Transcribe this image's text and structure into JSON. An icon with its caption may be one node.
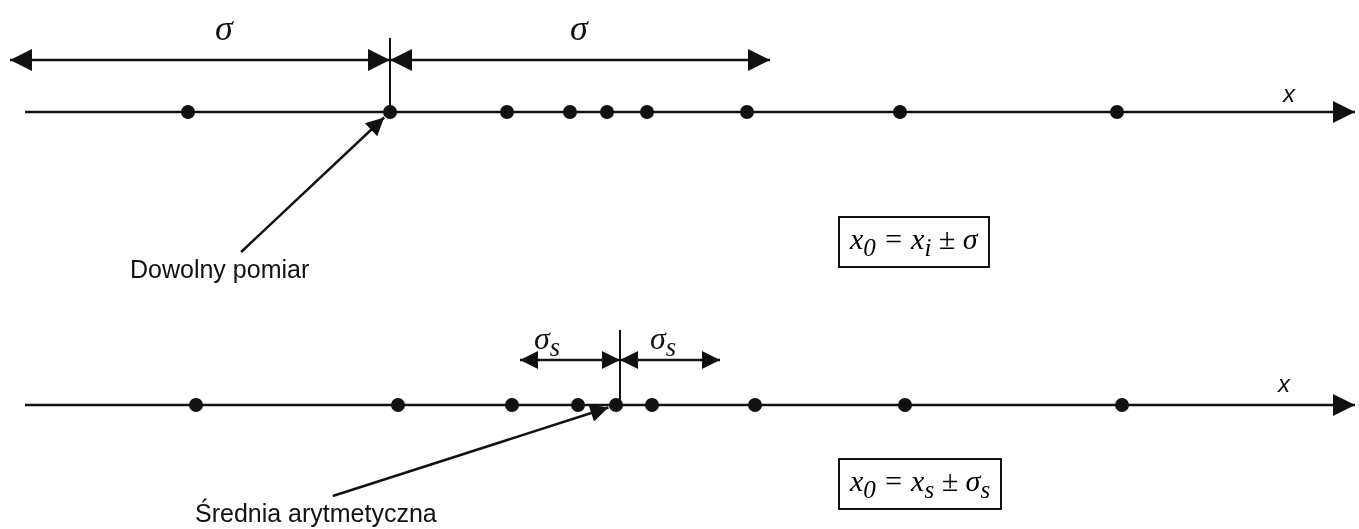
{
  "diagram": {
    "nodes": [
      {
        "text": [],
        "shape": "circle"
      },
      {
        "text": [
          "x$_{0}$ = x$_{i}$ ± σ"
        ]
      },
      {
        "text": [
          "Dowolny pomiar"
        ]
      },
      {
        "text": [],
        "shape": "circle"
      },
      {
        "text": [
          "Średnia arytmetyczna"
        ]
      },
      {
        "text": [
          "x$_{0}$ = x$_{s}$ ± σ$_{s}$"
        ]
      }
    ],
    "edges": [
      {
        "from": 2,
        "to": 0,
        "arrow": "to"
      },
      {
        "from": 4,
        "to": 3,
        "arrow": "to"
      }
    ],
    "labels": [
      "σ",
      "σ",
      "x",
      "σ$_{s}$",
      "σ$_{s}$",
      "x"
    ]
  }
}
